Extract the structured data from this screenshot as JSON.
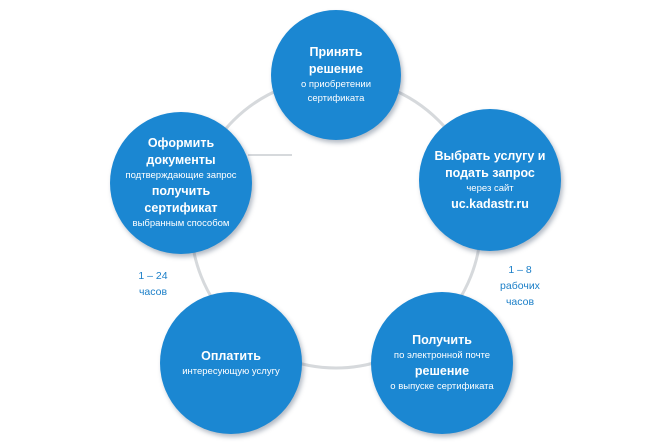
{
  "diagram": {
    "colors": {
      "circle_fill": "#1b87d2",
      "ring": "#d6d9dc",
      "duration_text": "#1b7fc8",
      "circle_text": "#ffffff"
    },
    "steps": [
      {
        "lines": [
          {
            "text": "Принять решение",
            "style": "bold"
          },
          {
            "text": "о приобретении",
            "style": "normal"
          },
          {
            "text": "сертификата",
            "style": "normal"
          }
        ]
      },
      {
        "lines": [
          {
            "text": "Выбрать услугу и",
            "style": "bold"
          },
          {
            "text": "подать запрос",
            "style": "bold"
          },
          {
            "text": "через сайт",
            "style": "normal"
          },
          {
            "text": "uc.kadastr.ru",
            "style": "bold"
          }
        ]
      },
      {
        "lines": [
          {
            "text": "Получить",
            "style": "bold"
          },
          {
            "text": "по электронной почте",
            "style": "normal"
          },
          {
            "text": "решение",
            "style": "bold"
          },
          {
            "text": "о выпуске сертификата",
            "style": "normal"
          }
        ]
      },
      {
        "lines": [
          {
            "text": "Оплатить",
            "style": "bold"
          },
          {
            "text": "интересующую услугу",
            "style": "normal"
          }
        ]
      },
      {
        "lines": [
          {
            "text": "Оформить",
            "style": "bold"
          },
          {
            "text": "документы",
            "style": "bold"
          },
          {
            "text": "подтверждающие запрос",
            "style": "normal"
          },
          {
            "text": "получить сертификат",
            "style": "bold"
          },
          {
            "text": "выбранным способом",
            "style": "normal"
          }
        ]
      }
    ],
    "durations": [
      {
        "lines": [
          "1 – 8",
          "рабочих",
          "часов"
        ]
      },
      {
        "lines": [
          "1 – 24",
          "часов"
        ]
      }
    ]
  }
}
